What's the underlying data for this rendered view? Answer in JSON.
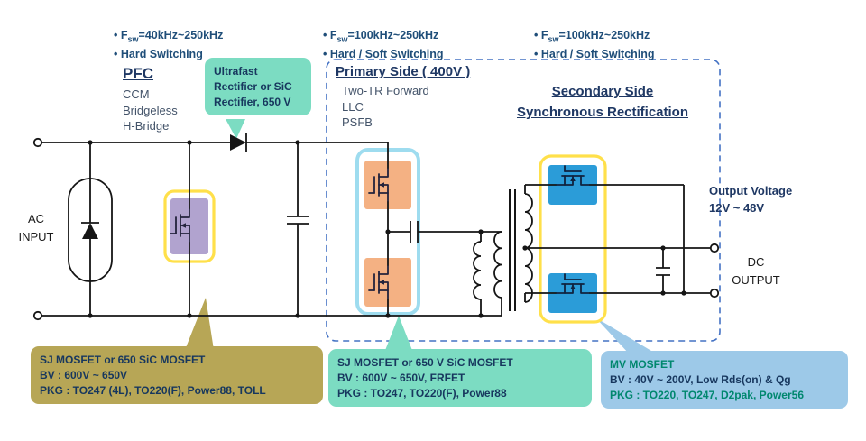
{
  "annotations": [
    {
      "f": "• F",
      "sub": "sw",
      "freq": "=40kHz~250kHz",
      "mode": "• Hard Switching"
    },
    {
      "f": "• F",
      "sub": "sw",
      "freq": "=100kHz~250kHz",
      "mode": "• Hard / Soft Switching"
    },
    {
      "f": "• F",
      "sub": "sw",
      "freq": "=100kHz~250kHz",
      "mode": "• Hard / Soft Switching"
    }
  ],
  "pfc": {
    "title": "PFC",
    "items": [
      "CCM",
      "Bridgeless",
      "H-Bridge"
    ]
  },
  "rectifier_callout": "Ultrafast Rectifier or SiC Rectifier, 650 V",
  "primary": {
    "title": "Primary Side ( 400V )",
    "items": [
      "Two-TR Forward",
      "LLC",
      "PSFB"
    ]
  },
  "secondary": {
    "title_line1": "Secondary Side",
    "title_line2": "Synchronous Rectification"
  },
  "io": {
    "ac_line1": "AC",
    "ac_line2": "INPUT",
    "dc_line1": "DC",
    "dc_line2": "OUTPUT",
    "output_voltage_line1": "Output Voltage",
    "output_voltage_line2": "12V ~ 48V"
  },
  "callouts": {
    "pfc_mosfet": {
      "line1": "SJ MOSFET or 650 SiC MOSFET",
      "line2": "BV : 600V ~ 650V",
      "line3": "PKG : TO247 (4L), TO220(F), Power88, TOLL"
    },
    "primary_mosfet": {
      "line1": "SJ MOSFET or 650 V SiC MOSFET",
      "line2": "BV : 600V ~ 650V, FRFET",
      "line3": "PKG : TO247, TO220(F), Power88"
    },
    "secondary_mosfet": {
      "line1": "MV MOSFET",
      "line2": "BV : 40V ~ 200V, Low Rds(on) & Qg",
      "line3": "PKG : TO220, TO247, D2pak, Power56"
    }
  },
  "colors": {
    "navy": "#1F3864",
    "annotation_blue": "#1F4E79",
    "teal_text": "#00876E",
    "mint": "#7CDCC2",
    "olive": "#B7A656",
    "light_blue": "#9DC9E8",
    "highlight_yellow": "#FFE04A",
    "highlight_cyan": "#9EDCEF",
    "chip_purple": "#B1A3CF",
    "chip_orange": "#F4B183",
    "chip_blue": "#2B9CD8",
    "dashed_border": "#4472C4"
  }
}
